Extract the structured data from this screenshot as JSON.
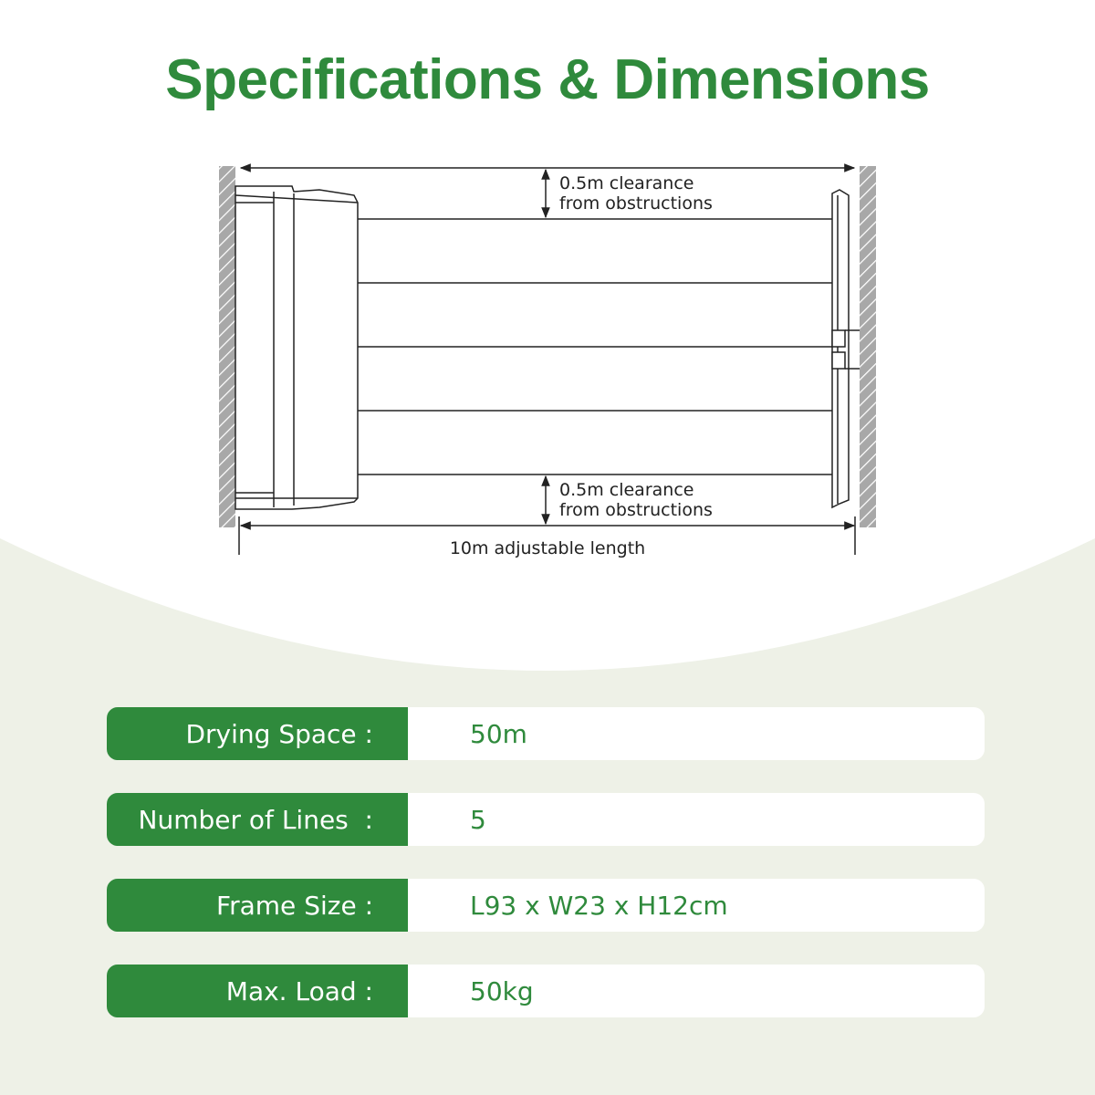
{
  "title": "Specifications & Dimensions",
  "diagram": {
    "clearance_top_line1": "0.5m clearance",
    "clearance_top_line2": "from obstructions",
    "clearance_bottom_line1": "0.5m clearance",
    "clearance_bottom_line2": "from obstructions",
    "length_label": "10m adjustable length"
  },
  "specs": [
    {
      "label": "Drying Space :",
      "value": "50m"
    },
    {
      "label": "Number of Lines  :",
      "value": "5"
    },
    {
      "label": "Frame Size :",
      "value": "L93 x W23 x H12cm"
    },
    {
      "label": "Max. Load :",
      "value": "50kg"
    }
  ],
  "colors": {
    "brand_green": "#2f8a3c",
    "bg_lower": "#eef1e7",
    "wall_gray": "#a8a8a8"
  }
}
